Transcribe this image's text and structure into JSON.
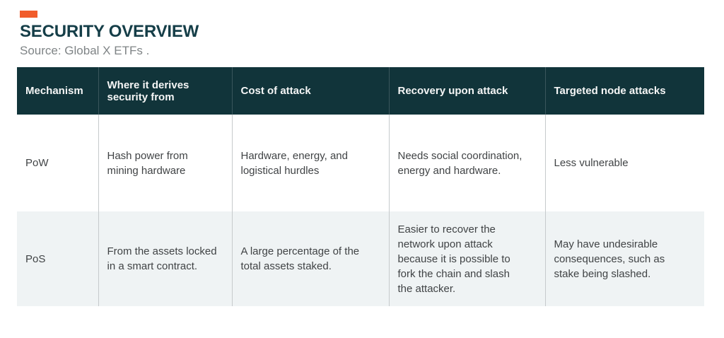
{
  "header": {
    "title": "SECURITY OVERVIEW",
    "source": "Source: Global X ETFs ."
  },
  "colors": {
    "accent_orange": "#F15C2B",
    "header_bg": "#11343A",
    "header_text": "#F5F6F6",
    "title_text": "#153E48",
    "source_text": "#7F8486",
    "body_text": "#404345",
    "row_alt_bg": "#EFF3F4",
    "divider": "#C6CACC"
  },
  "chart_data": {
    "type": "table",
    "title": "SECURITY OVERVIEW",
    "source": "Source: Global X ETFs .",
    "columns": [
      "Mechanism",
      "Where it derives security from",
      "Cost of attack",
      "Recovery upon attack",
      "Targeted node attacks"
    ],
    "rows": [
      [
        "PoW",
        "Hash power from mining hardware",
        "Hardware, energy, and logistical hurdles",
        "Needs social coordination, energy and hardware.",
        "Less vulnerable"
      ],
      [
        "PoS",
        "From the assets locked in a smart contract.",
        "A large percentage of the total assets staked.",
        "Easier to recover the network upon attack because it is possible to fork the chain and slash the attacker.",
        "May have undesirable consequences, such as stake being slashed."
      ]
    ],
    "layout_hints": {
      "header_row_style": "dark teal background, white bold text",
      "alternating_rows": "PoW row white, PoS row light blue-gray",
      "grid": "vertical column dividers only"
    }
  }
}
